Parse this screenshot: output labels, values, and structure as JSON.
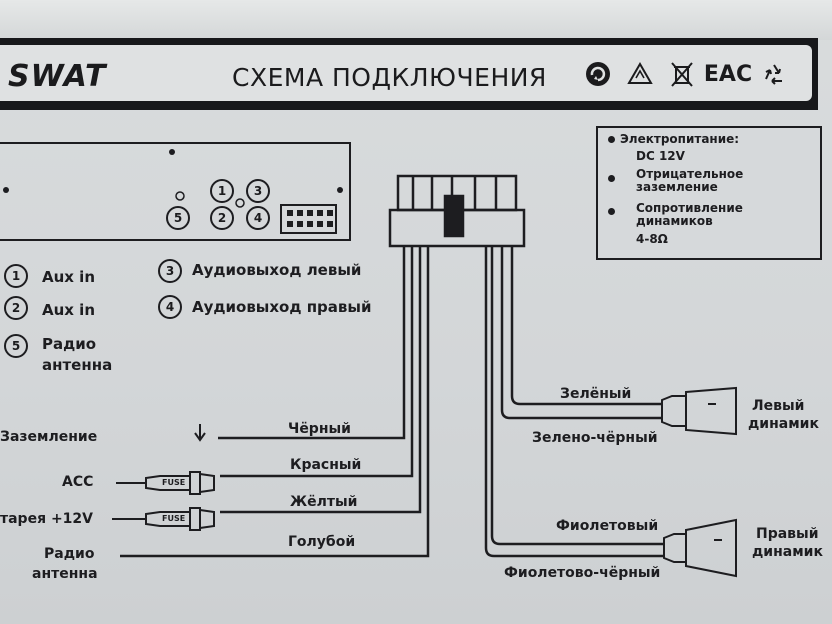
{
  "header": {
    "brand": "SWAT",
    "title": "СХЕМА ПОДКЛЮЧЕНИЯ",
    "certification_marks": [
      "recycle-arrow-icon",
      "triangle-recycle-icon",
      "crossed-bin-icon",
      "EAC",
      "recycle-icon"
    ]
  },
  "device": {
    "port_numbers": [
      "1",
      "2",
      "3",
      "4",
      "5"
    ]
  },
  "legend": {
    "items": [
      {
        "num": "1",
        "text": "Aux in"
      },
      {
        "num": "2",
        "text": "Aux in"
      },
      {
        "num": "5",
        "text_line1": "Радио",
        "text_line2": "антенна"
      },
      {
        "num": "3",
        "text": "Аудиовыход левый"
      },
      {
        "num": "4",
        "text": "Аудиовыход правый"
      }
    ]
  },
  "specs": {
    "power_label": "Электропитание:",
    "power_value": "DC 12V",
    "ground_line1": "Отрицательное",
    "ground_line2": "заземление",
    "impedance_line1": "Сопротивление",
    "impedance_line2": "динамиков",
    "impedance_value": "4-8Ω"
  },
  "wires_left": {
    "ground_label": "Заземление",
    "ground_color": "Чёрный",
    "acc_label": "ACC",
    "acc_color": "Красный",
    "battery_label": "тарея +12V",
    "battery_color": "Жёлтый",
    "antenna_line1": "Радио",
    "antenna_line2": "антенна",
    "antenna_color": "Голубой",
    "fuse_text": "FUSE"
  },
  "wires_right": {
    "left_pos_color": "Зелёный",
    "left_neg_color": "Зелено-чёрный",
    "left_speaker_line1": "Левый",
    "left_speaker_line2": "динамик",
    "right_pos_color": "Фиолетовый",
    "right_neg_color": "Фиолетово-чёрный",
    "right_speaker_line1": "Правый",
    "right_speaker_line2": "динамик"
  },
  "colors": {
    "ink": "#1d1d20",
    "paper": "#d6d9db",
    "header_band": "#17181b"
  }
}
